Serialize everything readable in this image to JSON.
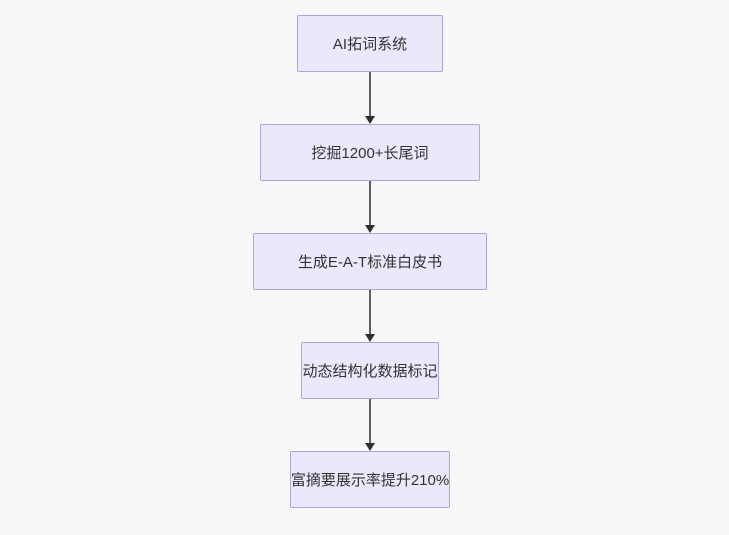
{
  "diagram": {
    "title": "flowchart",
    "background_color": "#f8f8f8",
    "node_fill_color": "#e9e9fb",
    "node_border_color": "#b0a3dd",
    "arrow_color": "#333333",
    "nodes": [
      {
        "id": "step-1",
        "label": "AI拓词系统"
      },
      {
        "id": "step-2",
        "label": "挖掘1200+长尾词"
      },
      {
        "id": "step-3",
        "label": "生成E-A-T标准白皮书"
      },
      {
        "id": "step-4",
        "label": "动态结构化数据标记"
      },
      {
        "id": "step-5",
        "label": "富摘要展示率提升210%"
      }
    ],
    "edges": [
      {
        "from": "step-1",
        "to": "step-2"
      },
      {
        "from": "step-2",
        "to": "step-3"
      },
      {
        "from": "step-3",
        "to": "step-4"
      },
      {
        "from": "step-4",
        "to": "step-5"
      }
    ]
  }
}
